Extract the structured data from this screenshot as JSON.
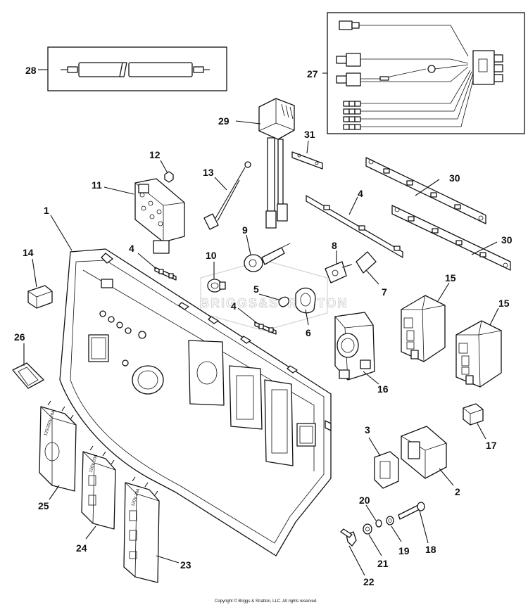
{
  "diagram": {
    "watermark": "BRIGGS&STRATTON",
    "copyright": "Copyright © Briggs & Stratton, LLC. All rights reserved.",
    "callouts": {
      "c1": "1",
      "c2": "2",
      "c3": "3",
      "c4a": "4",
      "c4b": "4",
      "c4c": "4",
      "c5": "5",
      "c6": "6",
      "c7": "7",
      "c8": "8",
      "c9": "9",
      "c10": "10",
      "c11": "11",
      "c12": "12",
      "c13": "13",
      "c14": "14",
      "c15a": "15",
      "c15b": "15",
      "c16": "16",
      "c17": "17",
      "c18": "18",
      "c19": "19",
      "c20": "20",
      "c21": "21",
      "c22": "22",
      "c23": "23",
      "c24": "24",
      "c25": "25",
      "c26": "26",
      "c27": "27",
      "c28": "28",
      "c29": "29",
      "c30a": "30",
      "c30b": "30",
      "c31": "31"
    },
    "faceplates": {
      "p25": "125/250V 20A",
      "p24": "120V 20A",
      "p23": "120V 20A"
    }
  }
}
